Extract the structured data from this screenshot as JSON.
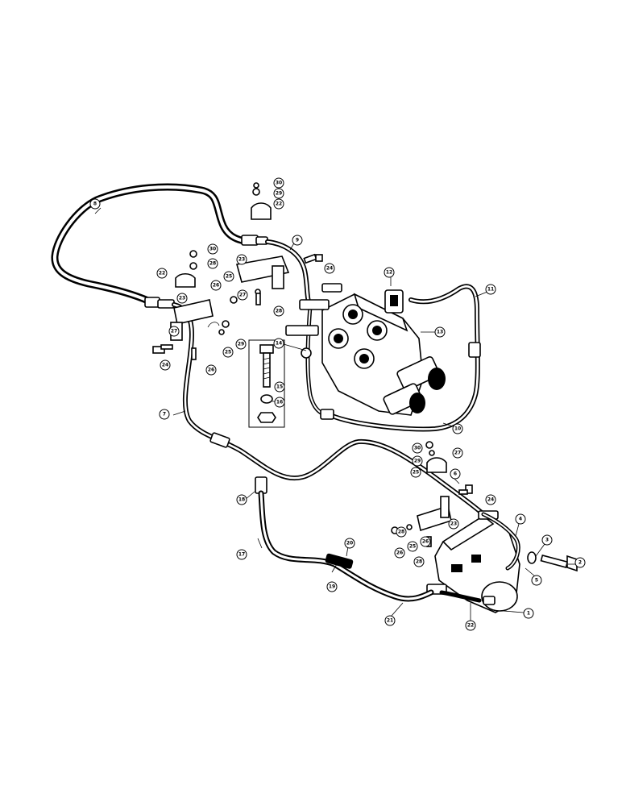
{
  "diagram": {
    "callouts": [
      {
        "label": "1"
      },
      {
        "label": "2"
      },
      {
        "label": "3"
      },
      {
        "label": "4"
      },
      {
        "label": "5"
      },
      {
        "label": "6"
      },
      {
        "label": "7"
      },
      {
        "label": "8"
      },
      {
        "label": "9"
      },
      {
        "label": "10"
      },
      {
        "label": "11"
      },
      {
        "label": "12"
      },
      {
        "label": "13"
      },
      {
        "label": "14"
      },
      {
        "label": "15"
      },
      {
        "label": "16"
      },
      {
        "label": "17"
      },
      {
        "label": "18"
      },
      {
        "label": "19"
      },
      {
        "label": "20"
      },
      {
        "label": "21"
      },
      {
        "label": "22"
      },
      {
        "label": "23"
      },
      {
        "label": "24"
      },
      {
        "label": "25"
      },
      {
        "label": "26"
      },
      {
        "label": "27"
      },
      {
        "label": "28"
      },
      {
        "label": "29"
      },
      {
        "label": "30"
      },
      {
        "label": "22"
      },
      {
        "label": "23"
      },
      {
        "label": "24"
      },
      {
        "label": "25"
      },
      {
        "label": "26"
      },
      {
        "label": "27"
      },
      {
        "label": "28"
      },
      {
        "label": "29"
      },
      {
        "label": "30"
      },
      {
        "label": "22"
      },
      {
        "label": "23"
      },
      {
        "label": "24"
      },
      {
        "label": "25"
      },
      {
        "label": "26"
      },
      {
        "label": "27"
      },
      {
        "label": "28"
      },
      {
        "label": "29"
      },
      {
        "label": "30"
      },
      {
        "label": "25"
      },
      {
        "label": "26"
      },
      {
        "label": "28"
      }
    ]
  }
}
